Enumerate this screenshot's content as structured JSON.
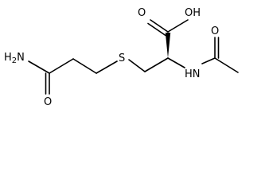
{
  "molecule": {
    "atoms": {
      "amide_n": "H2N",
      "amide_o": "O",
      "sulfur": "S",
      "acid_o": "O",
      "acid_oh": "OH",
      "acetyl_nh": "HN",
      "acetyl_o": "O"
    }
  }
}
